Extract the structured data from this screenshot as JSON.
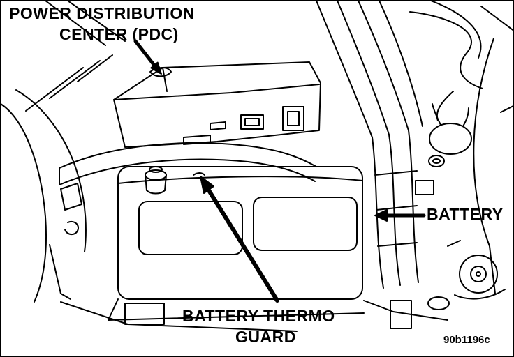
{
  "figure": {
    "callouts": {
      "pdc": {
        "line1": "POWER DISTRIBUTION",
        "line2": "CENTER (PDC)"
      },
      "battery": {
        "label": "BATTERY"
      },
      "thermo": {
        "line1": "BATTERY THERMO",
        "line2": "GUARD"
      }
    },
    "figure_code": "90b1196c",
    "ink_color": "#000000",
    "background_color": "#ffffff"
  }
}
